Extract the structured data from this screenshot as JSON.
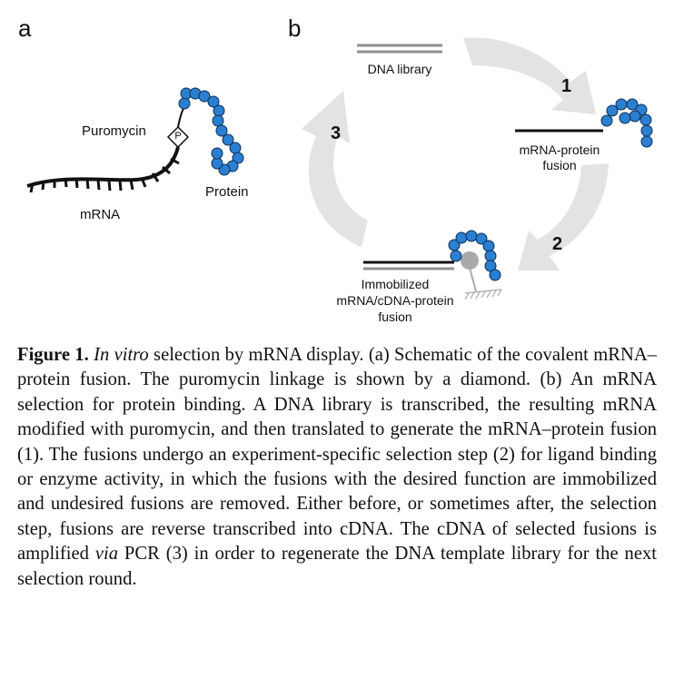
{
  "panels": {
    "a": "a",
    "b": "b"
  },
  "panel_a": {
    "puromycin": "Puromycin",
    "p_symbol": "P",
    "protein": "Protein",
    "mrna": "mRNA"
  },
  "panel_b": {
    "dna_library": "DNA library",
    "step_1": "1",
    "step_2": "2",
    "step_3": "3",
    "fusion_line1": "mRNA-protein",
    "fusion_line2": "fusion",
    "immob_line1": "Immobilized",
    "immob_line2": "mRNA/cDNA-protein",
    "immob_line3": "fusion"
  },
  "caption": {
    "label": "Figure 1.",
    "italic_1": "In vitro",
    "text_1": " selection by mRNA display. (a) Schematic of the covalent mRNA–protein fusion. The puromycin linkage is shown by a diamond. (b) An mRNA selection for protein binding. A DNA library is transcribed, the resulting mRNA modified with puromycin, and then translated to generate the mRNA–protein fusion (1). The fusions undergo an experiment-specific selection step (2) for ligand binding or enzyme activity, in which the fusions with the desired function are immobilized and undesired fusions are removed. Either before, or sometimes after, the selection step, fusions are reverse transcribed into cDNA. The cDNA of selected fusions is amplified ",
    "italic_2": "via",
    "text_2": " PCR (3) in order to regenerate the DNA template library for the next selection round."
  },
  "colors": {
    "bead": "#2a7fd1",
    "bead_stroke": "#0d2f55",
    "arrow": "#e3e3e3",
    "strand": "#111111",
    "dna_gray": "#8f8f8f",
    "anchor": "#a9a9a9"
  }
}
